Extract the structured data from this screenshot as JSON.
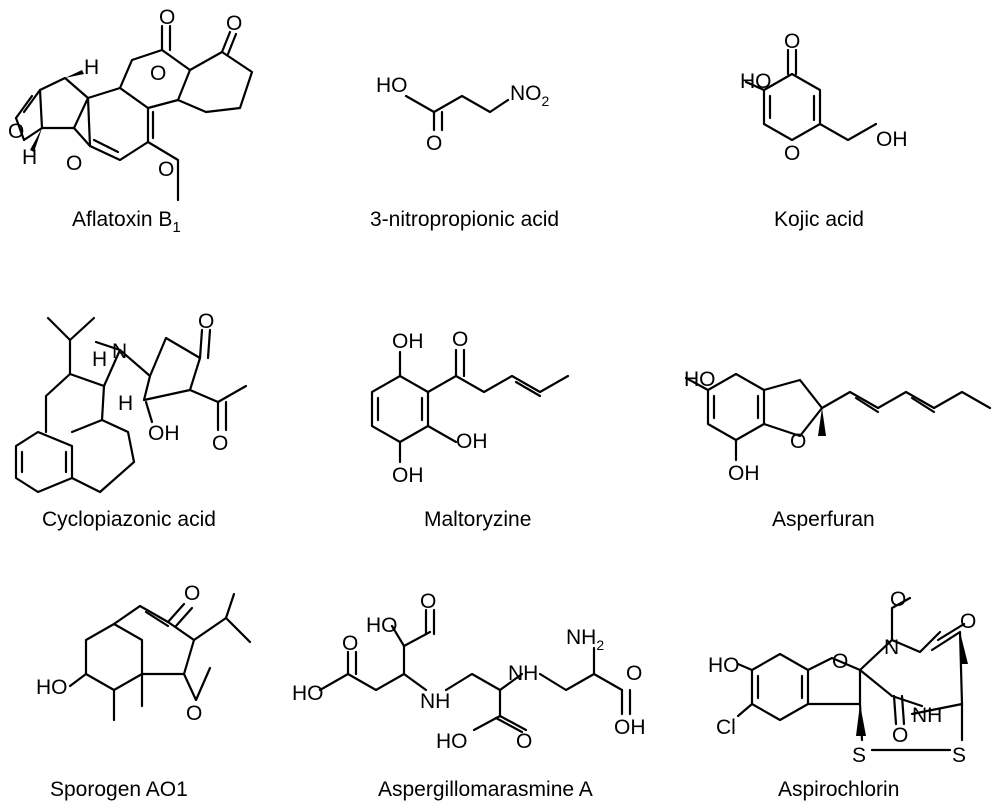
{
  "compounds": [
    {
      "name": "Aflatoxin B",
      "subscript": "1"
    },
    {
      "name": "3-nitropropionic acid"
    },
    {
      "name": "Kojic acid"
    },
    {
      "name": "Cyclopiazonic acid"
    },
    {
      "name": "Maltoryzine"
    },
    {
      "name": "Asperfuran"
    },
    {
      "name": "Sporogen AO1"
    },
    {
      "name": "Aspergillomarasmine A"
    },
    {
      "name": "Aspirochlorin"
    }
  ],
  "atoms": {
    "O": "O",
    "H": "H",
    "N": "N",
    "S": "S",
    "Cl": "Cl",
    "HO": "HO",
    "OH": "OH",
    "NH": "NH",
    "NH2_main": "NH",
    "NH2_sub": "2",
    "NO2_main": "NO",
    "NO2_sub": "2"
  }
}
